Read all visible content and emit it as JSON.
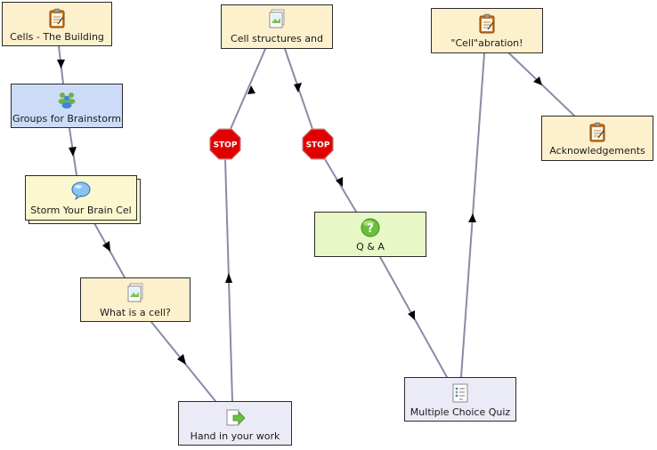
{
  "nodes": {
    "cells_building": {
      "label": "Cells - The Building",
      "icon": "clipboard-icon"
    },
    "groups_brainstorm": {
      "label": "Groups for Brainstorm",
      "icon": "group-icon"
    },
    "storm_brain": {
      "label": "Storm Your Brain Cel",
      "icon": "speech-bubble-icon"
    },
    "what_is_cell": {
      "label": "What is a cell?",
      "icon": "picture-icon"
    },
    "hand_in_work": {
      "label": "Hand in your work",
      "icon": "submit-arrow-icon"
    },
    "cell_structures": {
      "label": "Cell structures and",
      "icon": "picture-icon"
    },
    "q_and_a": {
      "label": "Q & A",
      "icon": "question-icon"
    },
    "multiple_choice": {
      "label": "Multiple Choice Quiz",
      "icon": "quiz-list-icon"
    },
    "cellabration": {
      "label": "\"Cell\"abration!",
      "icon": "clipboard-icon"
    },
    "acknowledgements": {
      "label": "Acknowledgements",
      "icon": "clipboard-icon"
    }
  },
  "stops": {
    "left": {
      "label": "STOP",
      "icon": "stop-sign-icon"
    },
    "right": {
      "label": "STOP",
      "icon": "stop-sign-icon"
    }
  },
  "colors": {
    "yellow_node": "#fdf0cd",
    "blue_node": "#ccdcf8",
    "green_node": "#e7f8c6",
    "lavender_node": "#ebebf7",
    "connector": "#8a8aa8",
    "stop_red": "#e00000"
  }
}
